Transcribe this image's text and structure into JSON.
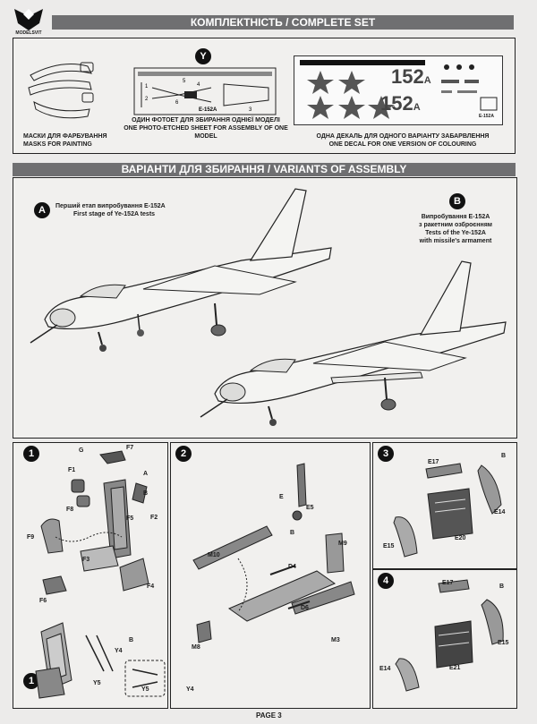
{
  "header": {
    "title": "КОМПЛЕКТНІСТЬ / COMPLETE SET"
  },
  "logo": {
    "text": "MODELSVIT"
  },
  "complete_set": {
    "masks": {
      "ua": "МАСКИ ДЛЯ ФАРБУВАННЯ",
      "en": "MASKS FOR PAINTING"
    },
    "photo_etched": {
      "badge": "Y",
      "ua": "ОДИН ФОТОЕТ ДЛЯ ЗБИРАННЯ ОДНІЄЇ МОДЕЛІ",
      "en": "ONE PHOTO-ETCHED SHEET FOR ASSEMBLY OF ONE MODEL",
      "fret_label": "E-152A",
      "fret_numbers": [
        "1",
        "2",
        "3",
        "4",
        "5",
        "6"
      ]
    },
    "decal": {
      "ua": "ОДНА ДЕКАЛЬ ДЛЯ ОДНОГО ВАРІАНТУ ЗАБАРВЛЕННЯ",
      "en": "ONE DECAL FOR ONE VERSION OF COLOURING",
      "number": "152",
      "suffix": "A",
      "code": "E-152A"
    }
  },
  "variants": {
    "title": "ВАРІАНТИ ДЛЯ ЗБИРАННЯ / VARIANTS OF ASSEMBLY",
    "a": {
      "badge": "A",
      "ua": "Перший етап випробування Е-152А",
      "en": "First stage of Ye-152A tests"
    },
    "b": {
      "badge": "B",
      "ua1": "Випробування Е-152А",
      "ua2": "з ракетним озброєнням",
      "en1": "Tests of the Ye-152A",
      "en2": "with missile's armament"
    }
  },
  "steps": {
    "s1": {
      "badge": "1",
      "parts": [
        "F7",
        "F1",
        "F8",
        "F5",
        "F2",
        "F9",
        "F3",
        "F4",
        "F6"
      ],
      "variant_marks": [
        "G",
        "A",
        "B"
      ]
    },
    "s2": {
      "badge": "2",
      "parts": [
        "E5",
        "M9",
        "M10",
        "D4",
        "D6",
        "M8",
        "M3"
      ],
      "variant_marks": [
        "E",
        "B"
      ]
    },
    "s3": {
      "badge": "3",
      "parts": [
        "E17",
        "E14",
        "E15",
        "E20"
      ],
      "variant_marks": [
        "B"
      ]
    },
    "s4": {
      "badge": "4",
      "parts": [
        "E17",
        "E15",
        "E14",
        "E21"
      ],
      "variant_marks": [
        "B"
      ]
    },
    "s1b": {
      "badge": "1",
      "parts": [
        "Y4",
        "Y5",
        "Y5",
        "Y4"
      ],
      "variant_marks": [
        "B"
      ]
    }
  },
  "footer": {
    "page": "PAGE 3"
  }
}
